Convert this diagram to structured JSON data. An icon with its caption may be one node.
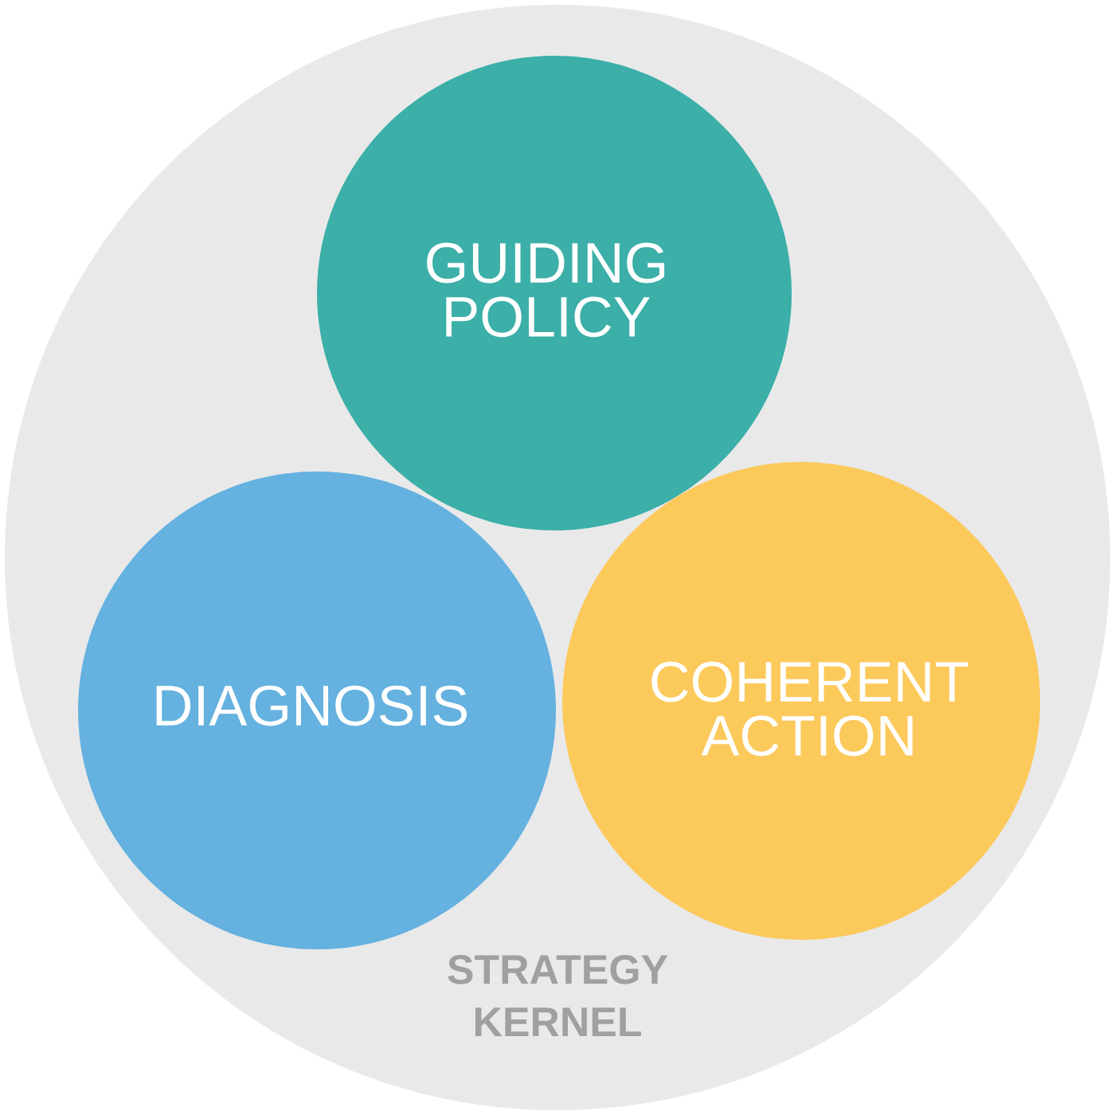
{
  "diagram": {
    "nodes": [
      {
        "text": [
          "STRATEGY KERNEL"
        ]
      },
      {
        "text": [
          "GUIDING POLICY"
        ],
        "in": 0
      },
      {
        "text": [
          "DIAGNOSIS"
        ],
        "in": 0
      },
      {
        "text": [
          "COHERENT ACTION"
        ],
        "in": 0
      }
    ]
  }
}
